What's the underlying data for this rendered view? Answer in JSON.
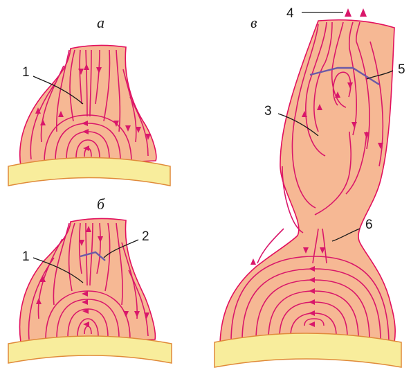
{
  "panels": {
    "a": "а",
    "b": "б",
    "v": "в"
  },
  "labels": {
    "n1a": "1",
    "n1b": "1",
    "n2": "2",
    "n3": "3",
    "n4": "4",
    "n5": "5",
    "n6": "6"
  },
  "colors": {
    "plasma_fill": "#f6b894",
    "field_line": "#d9176a",
    "ground_fill": "#f8ed9c",
    "cut_line": "#6b5aa8"
  }
}
